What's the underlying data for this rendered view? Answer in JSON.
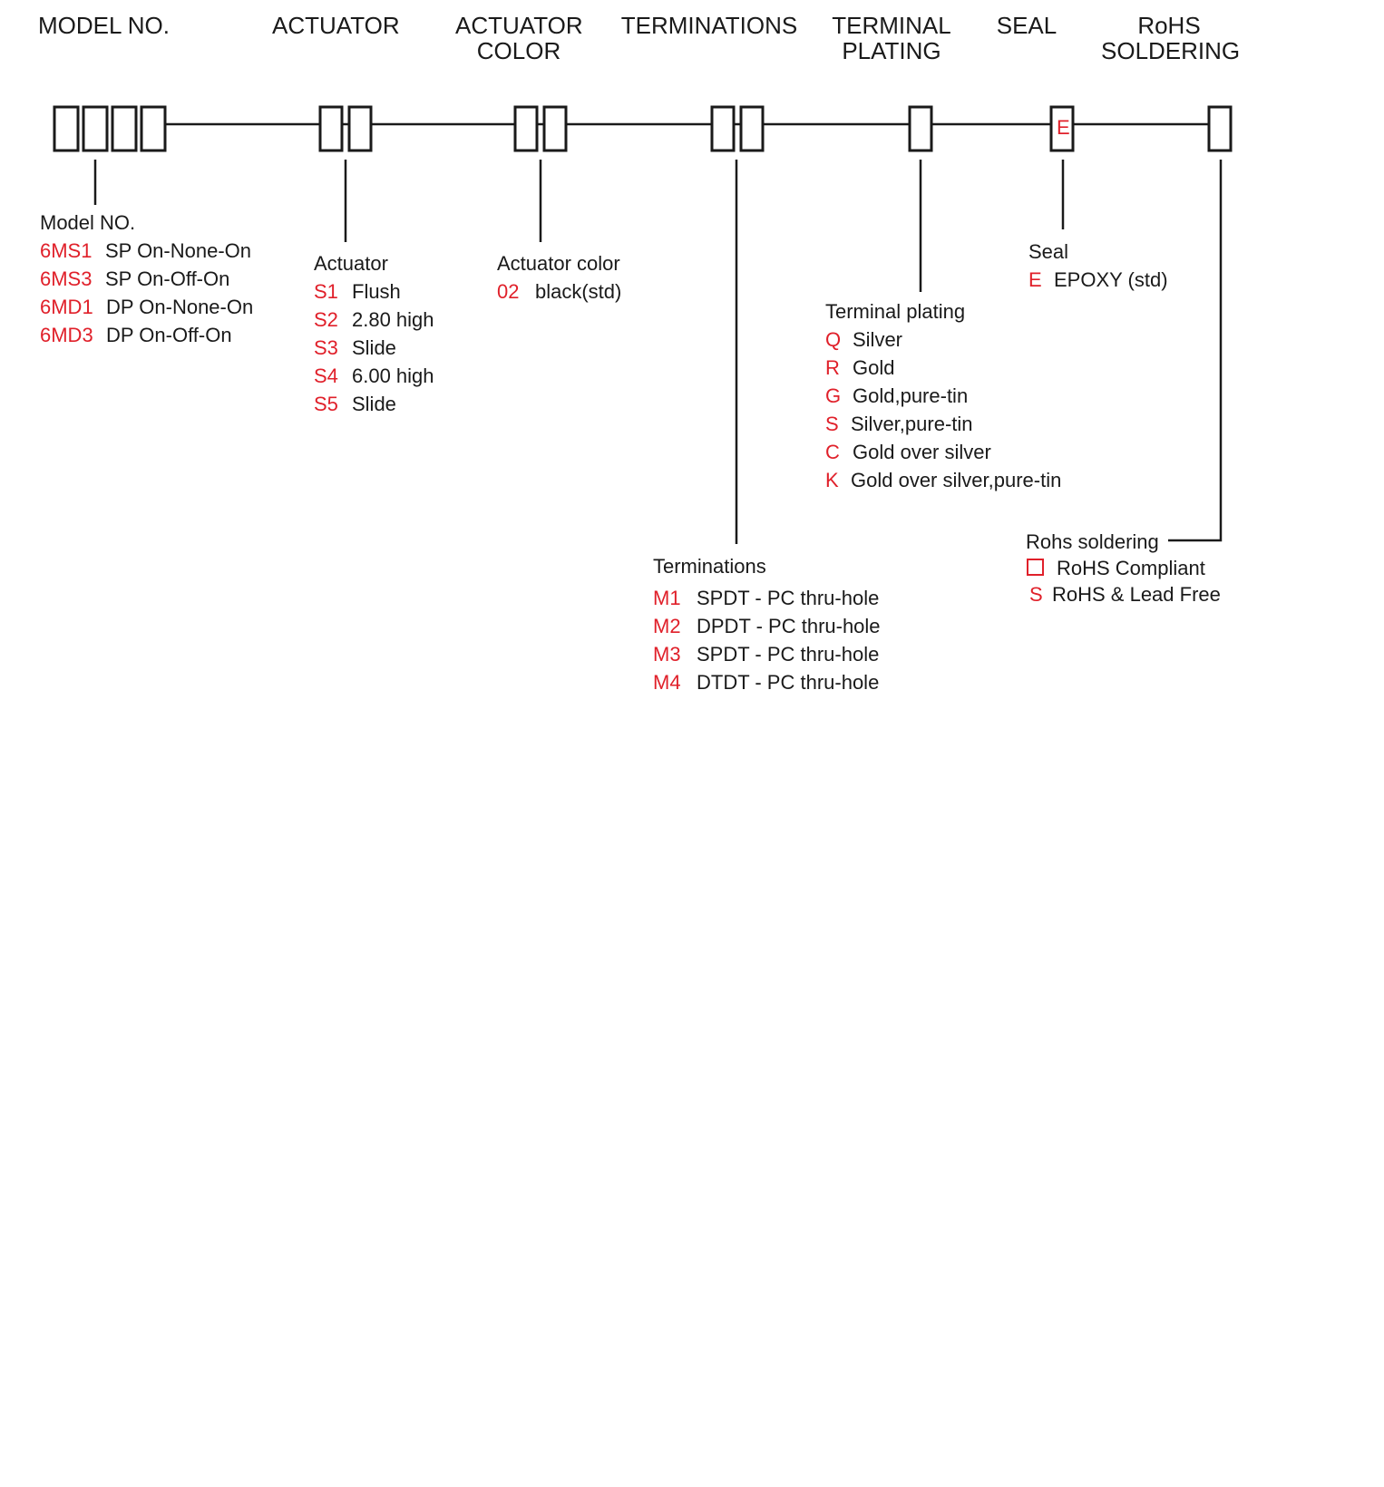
{
  "headers": {
    "model": [
      "MODEL NO."
    ],
    "actuator": [
      "ACTUATOR"
    ],
    "actuator_color": [
      "ACTUATOR",
      "COLOR"
    ],
    "terminations": [
      "TERMINATIONS"
    ],
    "terminal_plating": [
      "TERMINAL",
      "PLATING"
    ],
    "seal": [
      "SEAL"
    ],
    "rohs": [
      "RoHS",
      "SOLDERING"
    ]
  },
  "seal_box_code": "E",
  "sections": {
    "model": {
      "title": "Model NO.",
      "items": [
        {
          "code": "6MS1",
          "desc": "SP On-None-On"
        },
        {
          "code": "6MS3",
          "desc": "SP On-Off-On"
        },
        {
          "code": "6MD1",
          "desc": "DP On-None-On"
        },
        {
          "code": "6MD3",
          "desc": "DP On-Off-On"
        }
      ]
    },
    "actuator": {
      "title": "Actuator",
      "items": [
        {
          "code": "S1",
          "desc": "Flush"
        },
        {
          "code": "S2",
          "desc": "2.80 high"
        },
        {
          "code": "S3",
          "desc": "Slide"
        },
        {
          "code": "S4",
          "desc": "6.00 high"
        },
        {
          "code": "S5",
          "desc": "Slide"
        }
      ]
    },
    "actuator_color": {
      "title": "Actuator color",
      "items": [
        {
          "code": "02",
          "desc": "black(std)"
        }
      ]
    },
    "terminations": {
      "title": "Terminations",
      "items": [
        {
          "code": "M1",
          "desc": "SPDT - PC thru-hole"
        },
        {
          "code": "M2",
          "desc": "DPDT - PC thru-hole"
        },
        {
          "code": "M3",
          "desc": "SPDT - PC thru-hole"
        },
        {
          "code": "M4",
          "desc": "DTDT - PC thru-hole"
        }
      ]
    },
    "terminal_plating": {
      "title": "Terminal plating",
      "items": [
        {
          "code": "Q",
          "desc": "Silver"
        },
        {
          "code": "R",
          "desc": "Gold"
        },
        {
          "code": "G",
          "desc": "Gold,pure-tin"
        },
        {
          "code": "S",
          "desc": "Silver,pure-tin"
        },
        {
          "code": "C",
          "desc": "Gold over silver"
        },
        {
          "code": "K",
          "desc": "Gold over silver,pure-tin"
        }
      ]
    },
    "seal": {
      "title": "Seal",
      "items": [
        {
          "code": "E",
          "desc": "EPOXY (std)"
        }
      ]
    },
    "rohs": {
      "title": "Rohs soldering",
      "items": [
        {
          "code": "",
          "code_icon": "empty-square-icon",
          "desc": "RoHS Compliant"
        },
        {
          "code": "S",
          "desc": "RoHS & Lead Free"
        }
      ]
    }
  },
  "colors": {
    "code": "#e0202a",
    "line": "#1a1a1a",
    "background": "#ffffff"
  }
}
